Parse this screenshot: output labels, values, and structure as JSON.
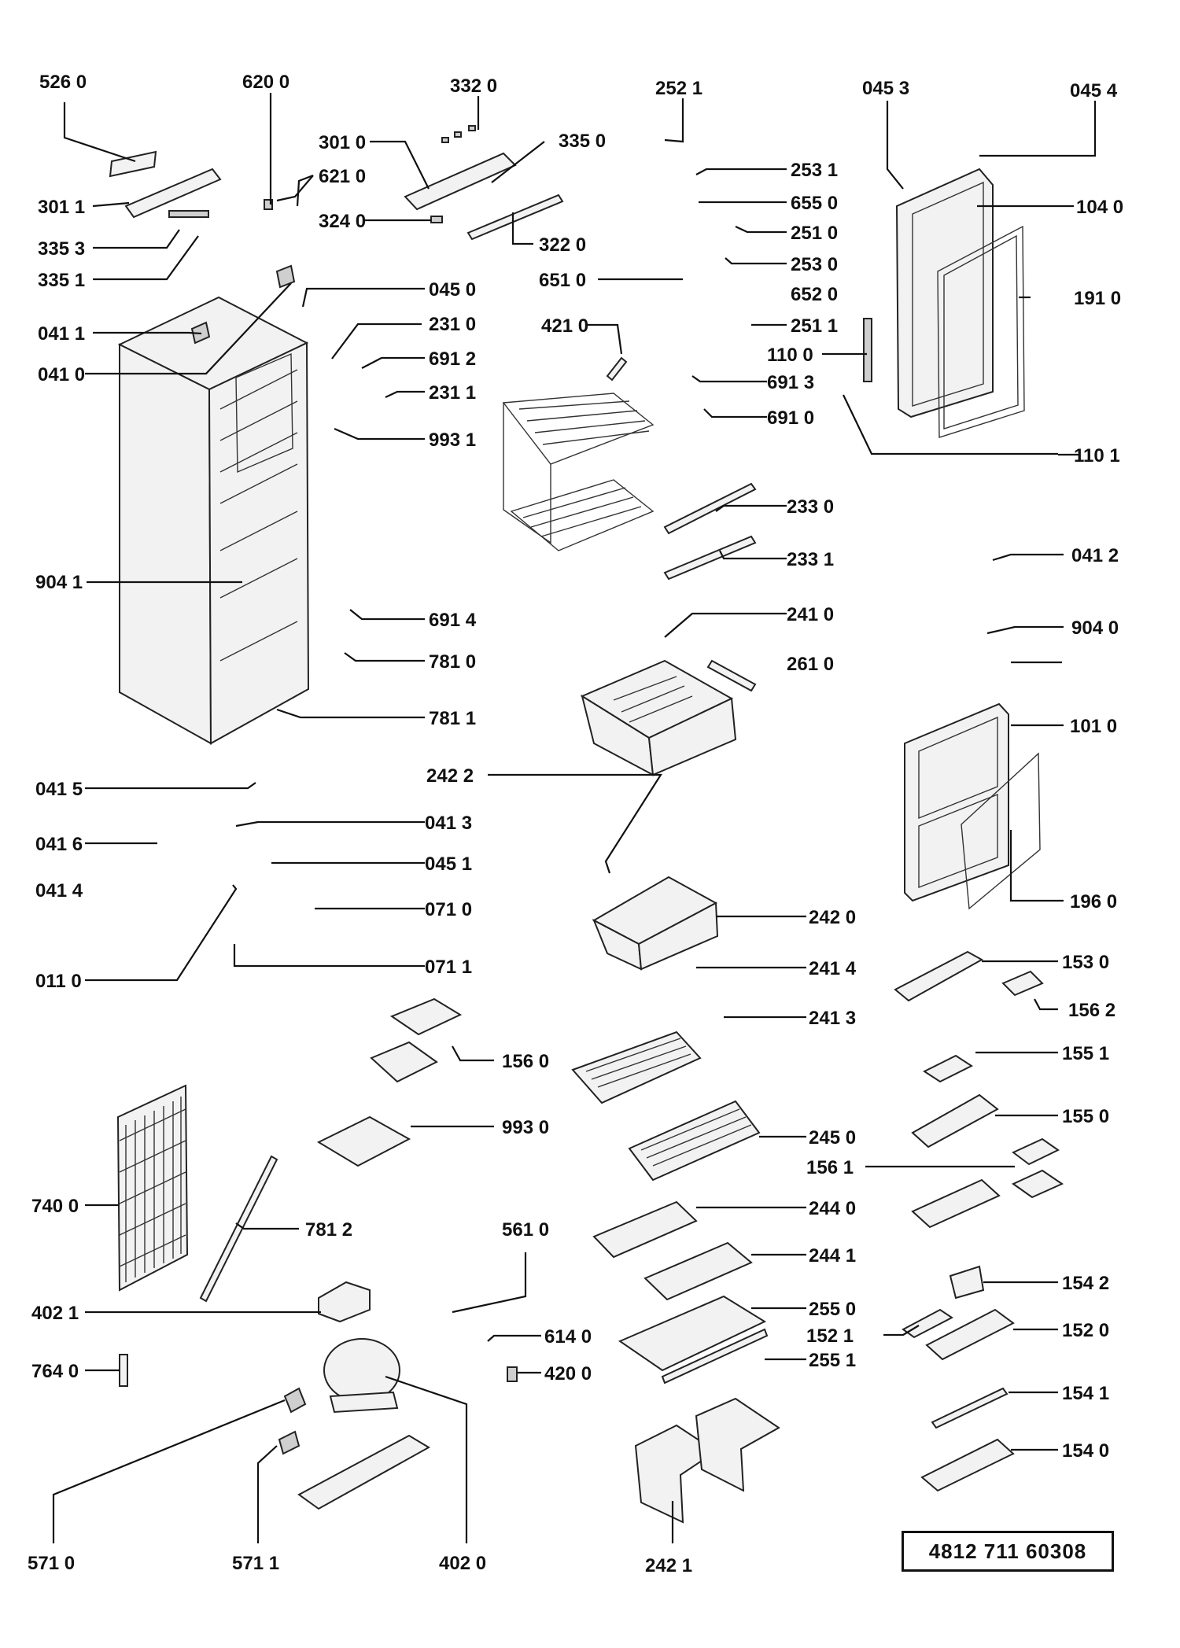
{
  "document_number": "4812  711  60308",
  "labels": {
    "l5260": "526 0",
    "l6200": "620 0",
    "l3320": "332 0",
    "l2521": "252 1",
    "l0453": "045 3",
    "l0454": "045 4",
    "l3010": "301 0",
    "l3350": "335 0",
    "l6210": "621 0",
    "l3011": "301 1",
    "l2531": "253 1",
    "l1040": "104 0",
    "l3353": "335 3",
    "l3240": "324 0",
    "l3220": "322 0",
    "l6550": "655 0",
    "l2510": "251 0",
    "l3351": "335 1",
    "l2530": "253 0",
    "l0450": "045 0",
    "l6510": "651 0",
    "l6520": "652 0",
    "l1910": "191 0",
    "l2511": "251 1",
    "l0411": "041 1",
    "l2310": "231 0",
    "l4210": "421 0",
    "l1100": "110 0",
    "l6912": "691 2",
    "l0410": "041 0",
    "l6913": "691 3",
    "l2311": "231 1",
    "l6910": "691 0",
    "l9931": "993 1",
    "l1101": "110 1",
    "l2330": "233 0",
    "l2331": "233 1",
    "l0412": "041 2",
    "l9041": "904 1",
    "l6914": "691 4",
    "l2410": "241 0",
    "l9040": "904 0",
    "l7810": "781 0",
    "l2610": "261 0",
    "l7811": "781 1",
    "l1010": "101 0",
    "l0415": "041 5",
    "l2422": "242 2",
    "l0413": "041 3",
    "l0416": "041 6",
    "l0451": "045 1",
    "l0414": "041 4",
    "l0710": "071 0",
    "l1960": "196 0",
    "l2420": "242 0",
    "l0110": "011 0",
    "l0711": "071 1",
    "l2414": "241 4",
    "l1530": "153 0",
    "l1562": "156 2",
    "l2413": "241 3",
    "l1560": "156 0",
    "l1551": "155 1",
    "l9930": "993 0",
    "l1550": "155 0",
    "l2450": "245 0",
    "l1561": "156 1",
    "l7400": "740 0",
    "l2440": "244 0",
    "l7812": "781 2",
    "l5610": "561 0",
    "l2441": "244 1",
    "l1542": "154 2",
    "l4021": "402 1",
    "l2550": "255 0",
    "l1521": "152 1",
    "l6140": "614 0",
    "l1520": "152 0",
    "l7640": "764 0",
    "l4200": "420 0",
    "l2551": "255 1",
    "l1541": "154 1",
    "l1540": "154 0",
    "l5710": "571 0",
    "l5711": "571 1",
    "l4020": "402 0",
    "l2421": "242 1"
  }
}
